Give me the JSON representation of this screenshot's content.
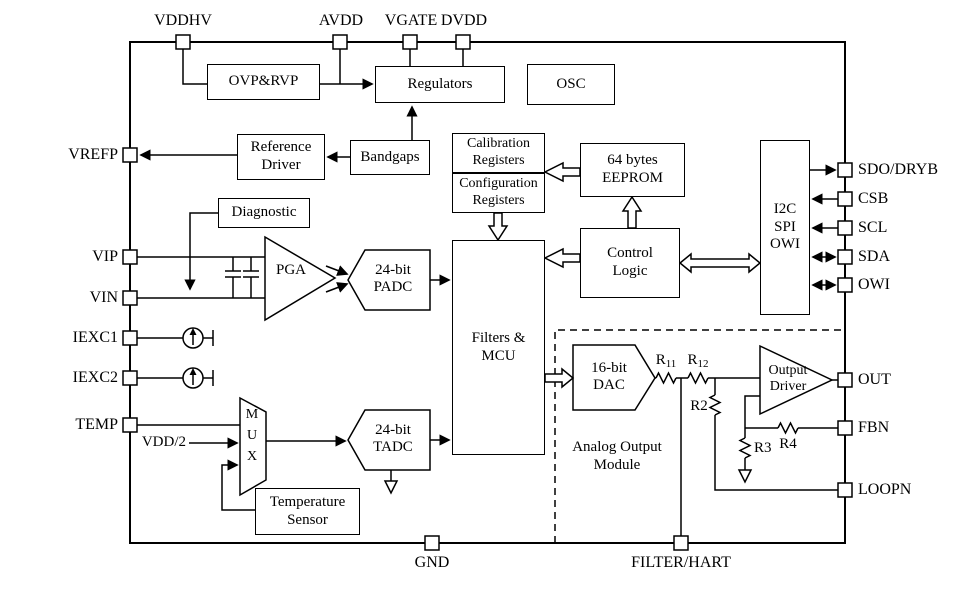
{
  "blocks": {
    "ovp_rvp": {
      "label": "OVP&RVP"
    },
    "regulators": {
      "label": "Regulators"
    },
    "osc": {
      "label": "OSC"
    },
    "reference_driver": {
      "line1": "Reference",
      "line2": "Driver"
    },
    "bandgaps": {
      "label": "Bandgaps"
    },
    "calibration_registers": {
      "line1": "Calibration",
      "line2": "Registers"
    },
    "configuration_registers": {
      "line1": "Configuration",
      "line2": "Registers"
    },
    "eeprom": {
      "line1": "64 bytes",
      "line2": "EEPROM"
    },
    "serial_interface": {
      "line1": "I2C",
      "line2": "SPI",
      "line3": "OWI"
    },
    "diagnostic": {
      "label": "Diagnostic"
    },
    "control_logic": {
      "line1": "Control",
      "line2": "Logic"
    },
    "filters_mcu": {
      "line1": "Filters &",
      "line2": "MCU"
    },
    "pga": {
      "label": "PGA"
    },
    "padc": {
      "line1": "24-bit",
      "line2": "PADC"
    },
    "tadc": {
      "line1": "24-bit",
      "line2": "TADC"
    },
    "dac": {
      "line1": "16-bit",
      "line2": "DAC"
    },
    "mux": {
      "letters": [
        "M",
        "U",
        "X"
      ]
    },
    "output_driver": {
      "line1": "Output",
      "line2": "Driver"
    },
    "temperature_sensor": {
      "line1": "Temperature",
      "line2": "Sensor"
    },
    "analog_output_module": {
      "line1": "Analog Output",
      "line2": "Module"
    }
  },
  "pins": {
    "top": [
      {
        "id": "vddhv",
        "label": "VDDHV"
      },
      {
        "id": "avdd",
        "label": "AVDD"
      },
      {
        "id": "vgate",
        "label": "VGATE"
      },
      {
        "id": "dvdd",
        "label": "DVDD"
      }
    ],
    "left": [
      {
        "id": "vrefp",
        "label": "VREFP"
      },
      {
        "id": "vip",
        "label": "VIP"
      },
      {
        "id": "vin",
        "label": "VIN"
      },
      {
        "id": "iexc1",
        "label": "IEXC1"
      },
      {
        "id": "iexc2",
        "label": "IEXC2"
      },
      {
        "id": "temp",
        "label": "TEMP"
      }
    ],
    "right": [
      {
        "id": "sdo_dryb",
        "label": "SDO/DRYB"
      },
      {
        "id": "csb",
        "label": "CSB"
      },
      {
        "id": "scl",
        "label": "SCL"
      },
      {
        "id": "sda",
        "label": "SDA"
      },
      {
        "id": "owi",
        "label": "OWI"
      },
      {
        "id": "out",
        "label": "OUT"
      },
      {
        "id": "fbn",
        "label": "FBN"
      },
      {
        "id": "loopn",
        "label": "LOOPN"
      }
    ],
    "bottom": [
      {
        "id": "gnd",
        "label": "GND"
      },
      {
        "id": "filter_hart",
        "label": "FILTER/HART"
      }
    ]
  },
  "net_labels": {
    "vdd_half": "VDD/2",
    "r11": {
      "base": "R",
      "sub": "11"
    },
    "r12": {
      "base": "R",
      "sub": "12"
    },
    "r2": "R2",
    "r3": "R3",
    "r4": "R4"
  },
  "colors": {
    "stroke": "#000000",
    "background": "#ffffff"
  }
}
